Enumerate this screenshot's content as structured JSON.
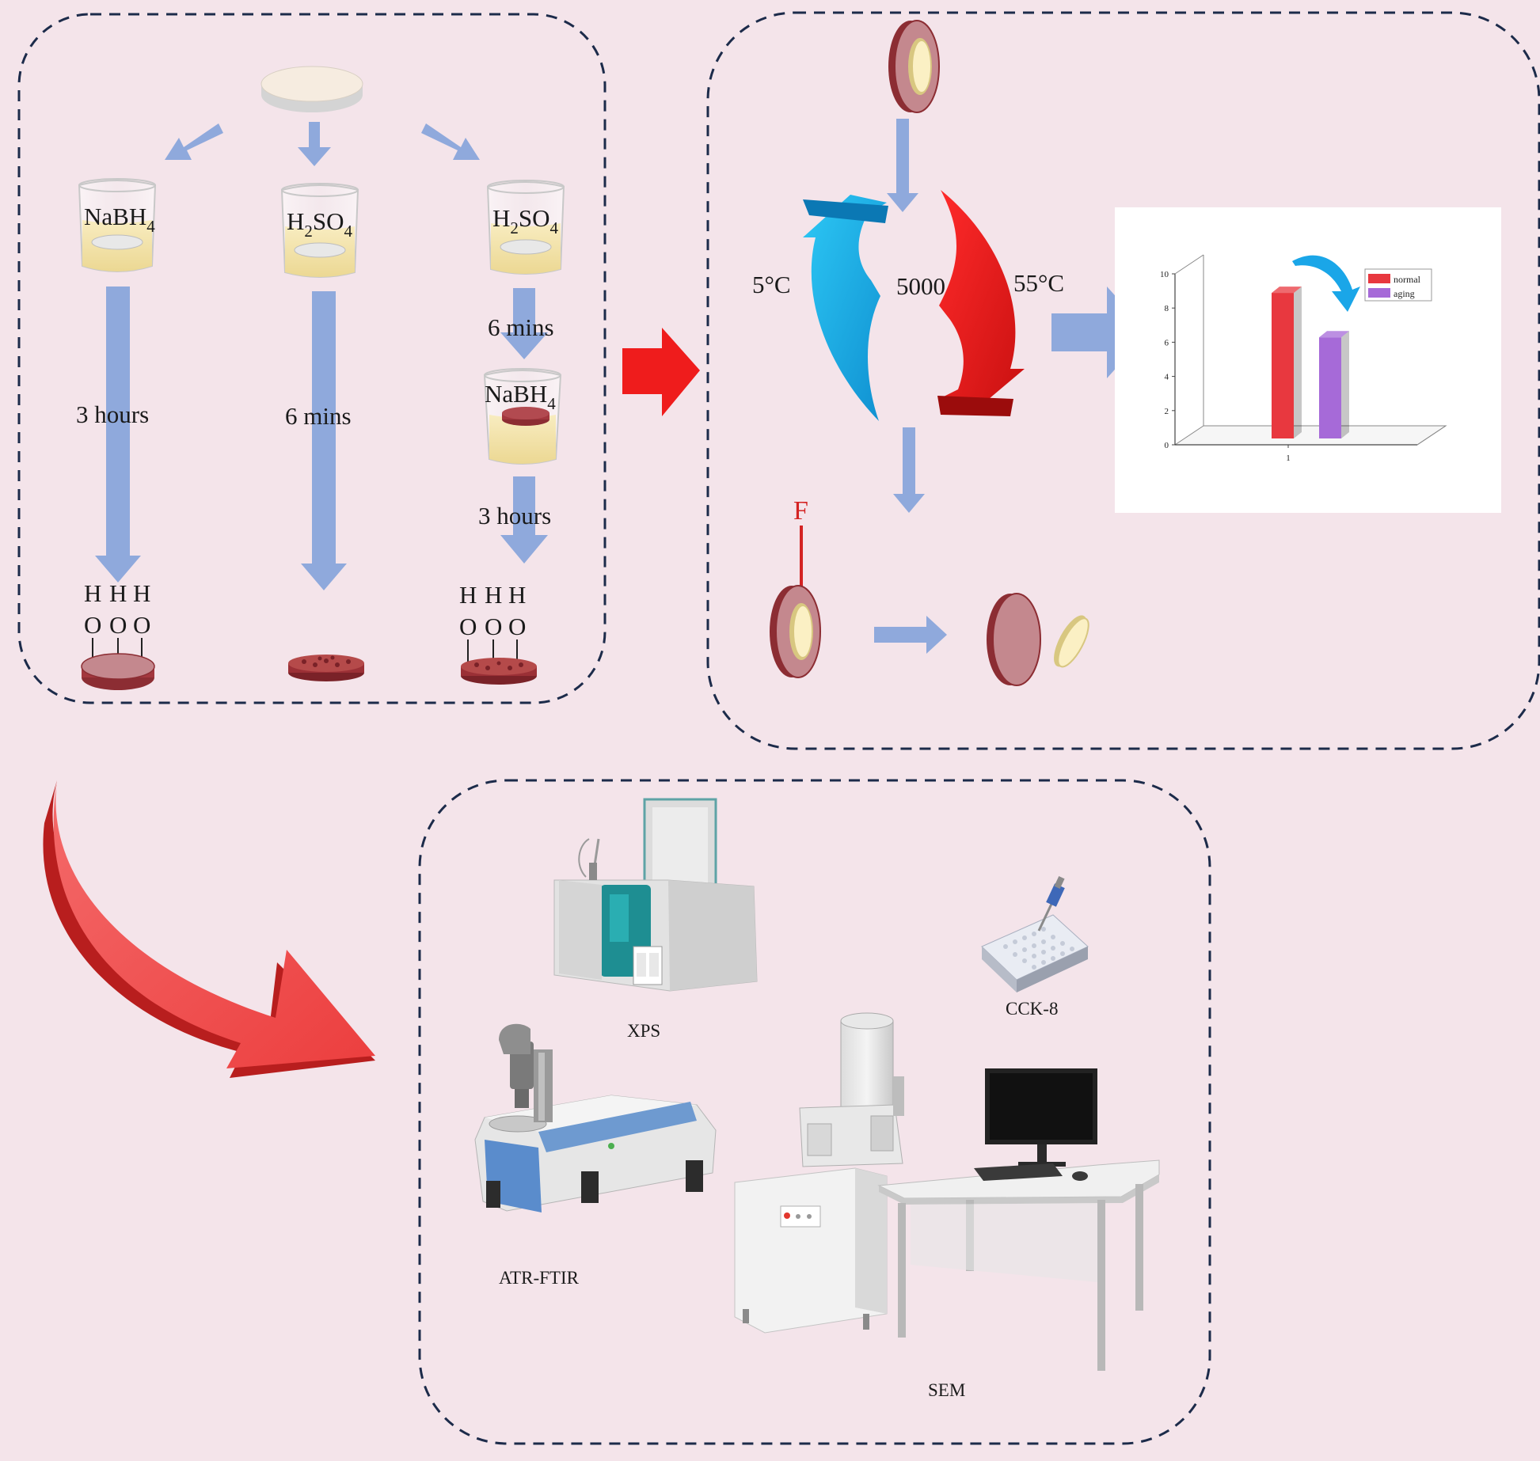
{
  "colors": {
    "background": "#f4e4ea",
    "process_arrow": "#8fa9dc",
    "red_arrow": "#ef3b3b",
    "blue_arrow": "#17b6e8",
    "disc_fill": "#c4888e",
    "disc_edge": "#8c2d33",
    "beaker_liquid": "#f3e2a6",
    "dash_border": "#1c2b4a"
  },
  "panel_treatment": {
    "branch_left": {
      "reagent": "NaBH",
      "reagent_sub": "4",
      "duration": "3 hours",
      "groups": [
        "H",
        "H",
        "H",
        "O",
        "O",
        "O"
      ]
    },
    "branch_middle": {
      "reagent": "H",
      "reagent_sub": "2",
      "reagent_mid": "SO",
      "reagent_sub2": "4",
      "duration": "6 mins"
    },
    "branch_right": {
      "reagent": "H",
      "reagent_sub": "2",
      "reagent_mid": "SO",
      "reagent_sub2": "4",
      "duration_1": "6 mins",
      "reagent_2": "NaBH",
      "reagent_2_sub": "4",
      "duration_2": "3 hours",
      "groups": [
        "H",
        "H",
        "H",
        "O",
        "O",
        "O"
      ]
    }
  },
  "panel_aging": {
    "cold_temp": "5°C",
    "cycles": "5000",
    "hot_temp": "55°C",
    "force_label": "F"
  },
  "chart_data": {
    "type": "bar",
    "categories": [
      "1"
    ],
    "series": [
      {
        "name": "normal",
        "values": [
          8.7
        ],
        "color": "#e8383f"
      },
      {
        "name": "aging",
        "values": [
          6.1
        ],
        "color": "#a66ad8"
      }
    ],
    "y_ticks": [
      "0",
      "2",
      "4",
      "6",
      "8",
      "10"
    ],
    "ylim": [
      0,
      10
    ],
    "legend_position": "top-right",
    "style": "3d"
  },
  "panel_analysis": {
    "xps_label": "XPS",
    "cck8_label": "CCK-8",
    "atr_label": "ATR-FTIR",
    "sem_label": "SEM"
  }
}
